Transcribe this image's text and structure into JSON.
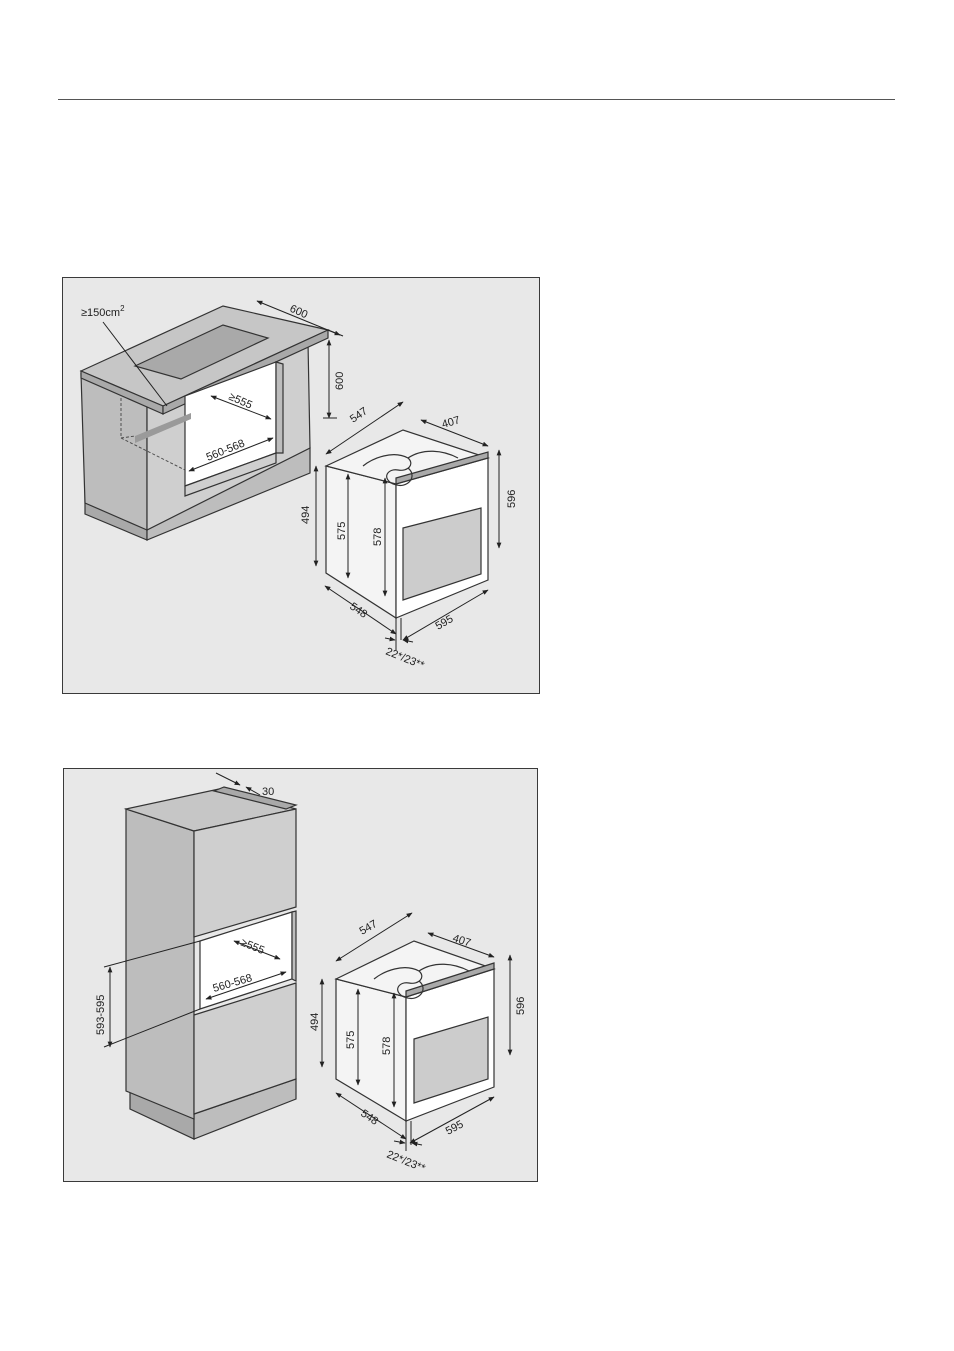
{
  "panel_undercounter": {
    "vent_area": "≥150cm",
    "vent_area_sup": "2",
    "labels": {
      "counter_depth": "600",
      "counter_height": "600",
      "niche_depth": "≥555",
      "niche_width": "560-568",
      "oven_depth_top": "547",
      "oven_panel_depth": "407",
      "oven_height_total": "596",
      "oven_body_height": "494",
      "oven_niche_575": "575",
      "oven_niche_578": "578",
      "oven_base_depth": "548",
      "oven_width": "595",
      "fascia_depth": "22*/23**"
    }
  },
  "panel_tall_cabinet": {
    "labels": {
      "rear_gap": "30",
      "niche_height": "593-595",
      "niche_depth": "≥555",
      "niche_width": "560-568",
      "oven_depth_top": "547",
      "oven_panel_depth": "407",
      "oven_height_total": "596",
      "oven_body_height": "494",
      "oven_niche_575": "575",
      "oven_niche_578": "578",
      "oven_base_depth": "548",
      "oven_width": "595",
      "fascia_depth": "22*/23**"
    }
  }
}
